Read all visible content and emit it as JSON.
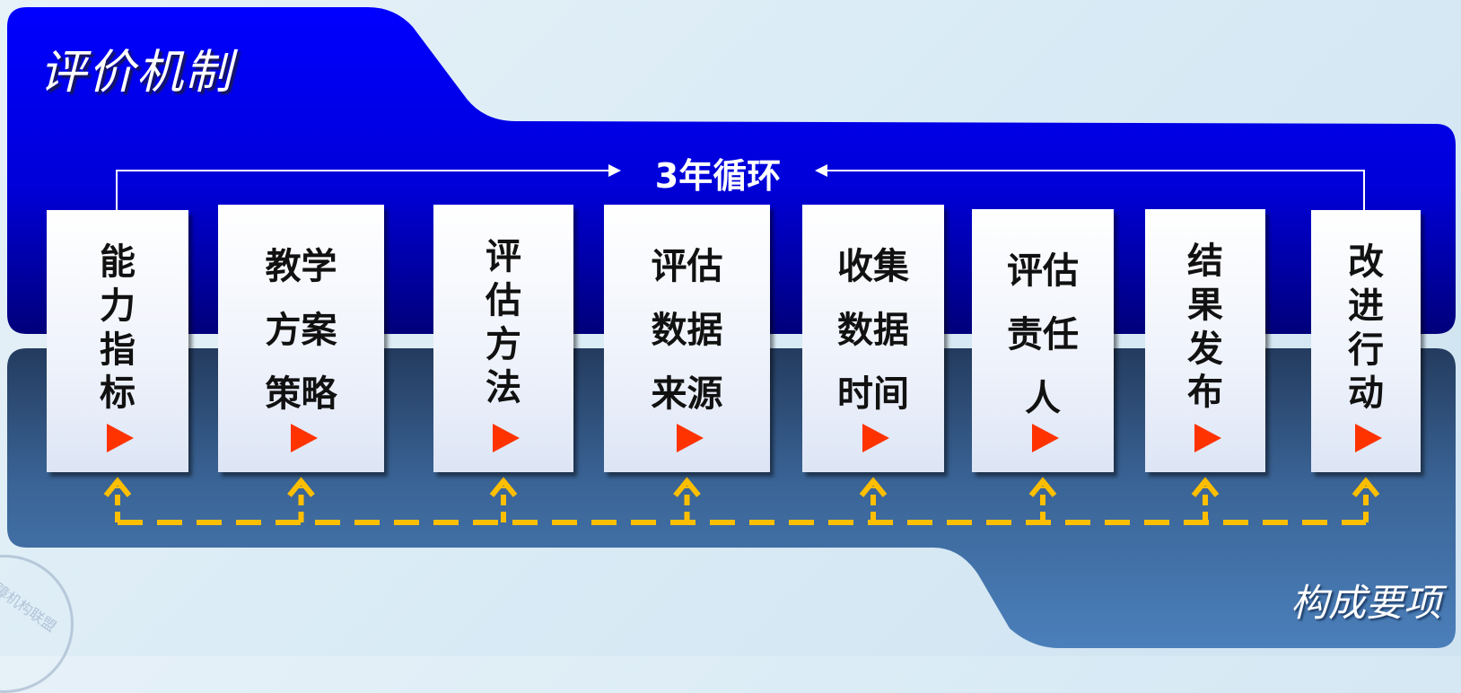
{
  "title": "评价机制",
  "subtitle": "构成要项",
  "cycle_label": "3年循环",
  "watermark_text": "障机构联盟",
  "colors": {
    "top_band": "#0000ff",
    "bottom_band": "#2c4b78",
    "arrow": "#ffbf00",
    "play": "#ff3300"
  },
  "steps": [
    {
      "id": "ability",
      "text": "能力指标"
    },
    {
      "id": "teaching",
      "text": "教学方案策略"
    },
    {
      "id": "method",
      "text": "评估方法"
    },
    {
      "id": "data-source",
      "text": "评估数据来源"
    },
    {
      "id": "collect-time",
      "text": "收集数据时间"
    },
    {
      "id": "responsible",
      "text": "评估责任人"
    },
    {
      "id": "publish",
      "text": "结果发布"
    },
    {
      "id": "improve",
      "text": "改进行动"
    }
  ]
}
